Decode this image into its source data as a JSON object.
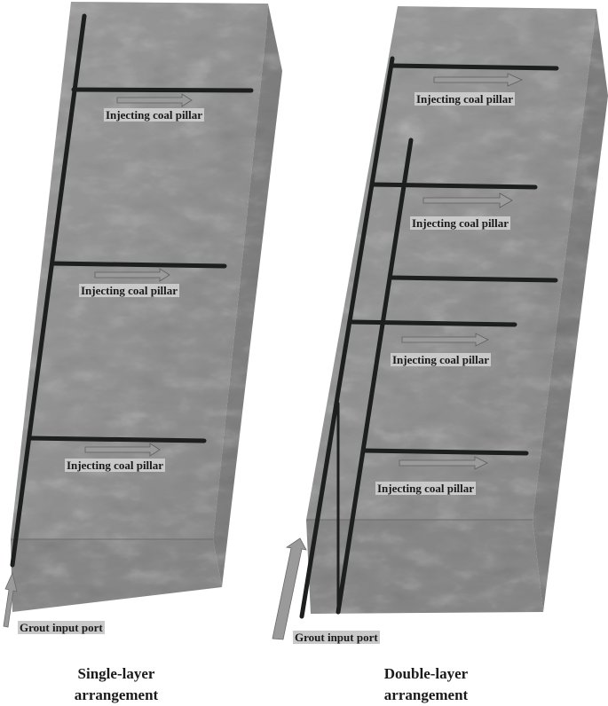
{
  "figure": {
    "left_panel": {
      "caption": [
        "Single-layer",
        "arrangement"
      ],
      "branch_label": "Injecting coal pillar",
      "branch_count": 3,
      "input_label": "Grout input port"
    },
    "right_panel": {
      "caption": [
        "Double-layer",
        "arrangement"
      ],
      "branch_label": "Injecting coal pillar",
      "branch_count": 5,
      "labeled_branches": 4,
      "input_label": "Grout input port"
    },
    "colors": {
      "rock_face": "#8e8e8e",
      "rock_side": "#7a7a7a",
      "rock_bottom": "#858585",
      "pipe": "#1c1f1e",
      "arrow_fill": "#9a9a9a",
      "label_bg": "#c9c9c9"
    }
  }
}
